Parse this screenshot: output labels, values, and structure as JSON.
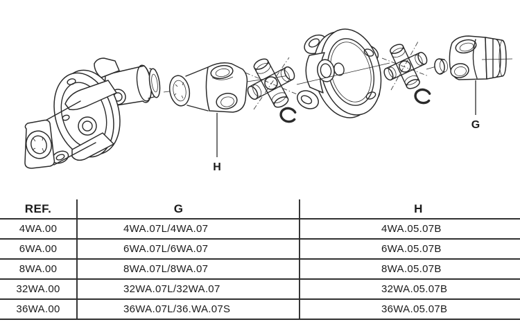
{
  "diagram": {
    "labels": {
      "h": "H",
      "g": "G"
    },
    "parts": [
      "assembled-universal-joint",
      "tube-yoke-H",
      "cross-journal-kit",
      "retaining-ring",
      "flange-yoke",
      "cross-journal-kit",
      "retaining-ring",
      "outer-yoke-G"
    ]
  },
  "table": {
    "headers": {
      "ref": "REF.",
      "g": "G",
      "h": "H"
    },
    "rows": [
      {
        "ref": "4WA.00",
        "g": "4WA.07L/4WA.07",
        "h": "4WA.05.07B"
      },
      {
        "ref": "6WA.00",
        "g": "6WA.07L/6WA.07",
        "h": "6WA.05.07B"
      },
      {
        "ref": "8WA.00",
        "g": "8WA.07L/8WA.07",
        "h": "8WA.05.07B"
      },
      {
        "ref": "32WA.00",
        "g": "32WA.07L/32WA.07",
        "h": "32WA.05.07B"
      },
      {
        "ref": "36WA.00",
        "g": "36WA.07L/36.WA.07S",
        "h": "36WA.05.07B"
      }
    ]
  },
  "colors": {
    "line": "#2a2a2a",
    "text": "#1b1b1b",
    "table_border": "#303030",
    "background": "#ffffff"
  }
}
